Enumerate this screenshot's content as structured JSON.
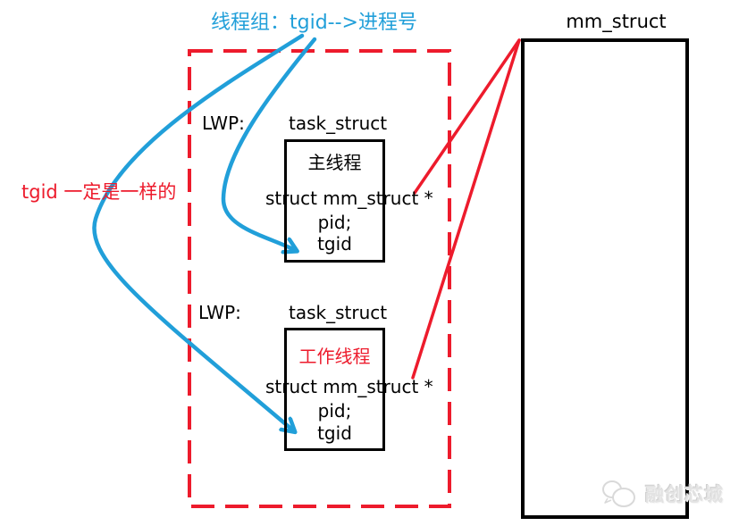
{
  "title": {
    "text": "线程组：tgid-->进程号"
  },
  "left_note": {
    "text": "tgid 一定是一样的"
  },
  "mm_struct": {
    "label": "mm_struct"
  },
  "thread_group": {
    "threads": [
      {
        "lwp_label": "LWP:",
        "struct_label": "task_struct",
        "name": "主线程",
        "fields": [
          "struct mm_struct *",
          "pid;",
          "tgid"
        ]
      },
      {
        "lwp_label": "LWP:",
        "struct_label": "task_struct",
        "name": "工作线程",
        "fields": [
          "struct mm_struct *",
          "pid;",
          "tgid"
        ]
      }
    ]
  },
  "watermark": {
    "text": "融创芯城",
    "icon": "cloud-logo-icon"
  },
  "colors": {
    "blue_accent": "#219fd9",
    "red_accent": "#ed1b2c",
    "box_stroke": "#000000",
    "watermark_gray": "#d9d9d9"
  }
}
